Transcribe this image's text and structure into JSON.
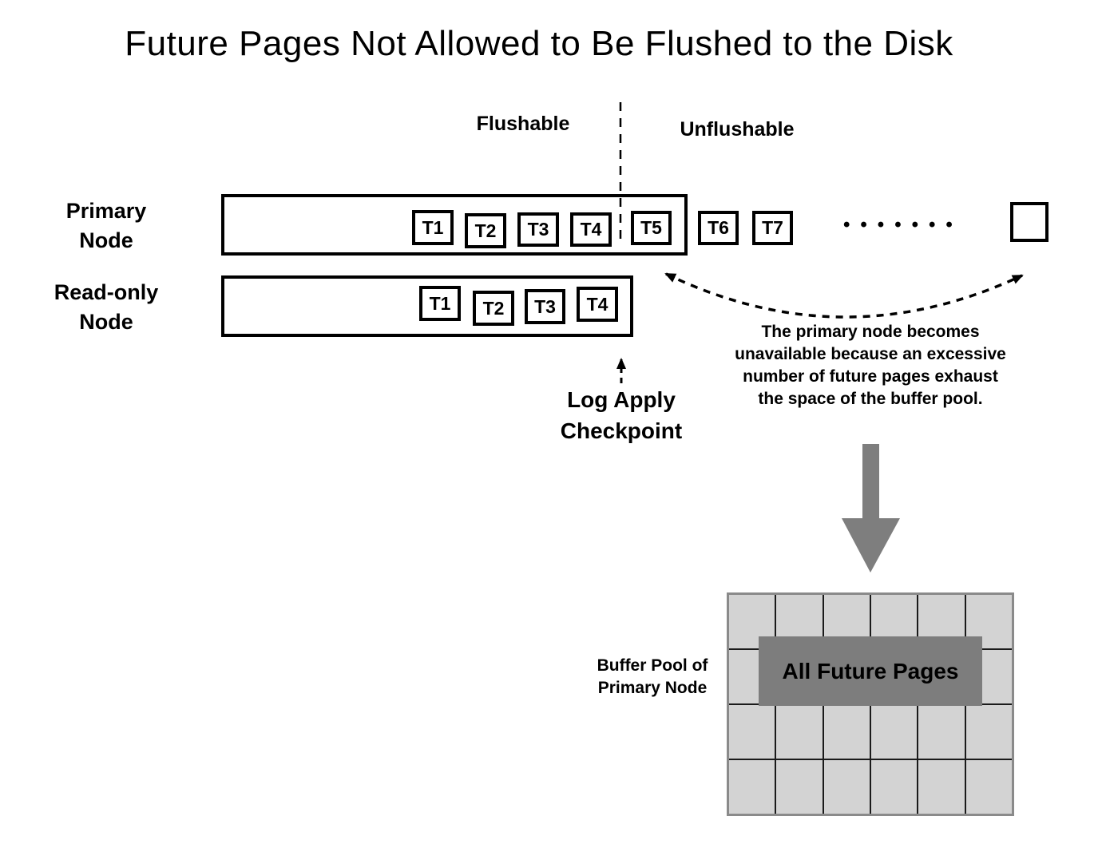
{
  "title": "Future Pages Not Allowed to Be Flushed to the Disk",
  "divider": {
    "flushable_label": "Flushable",
    "unflushable_label": "Unflushable"
  },
  "primary_node": {
    "label_line1": "Primary",
    "label_line2": "Node",
    "inside_pages": [
      "T1",
      "T2",
      "T3",
      "T4",
      "T5"
    ],
    "outside_pages": [
      "T6",
      "T7"
    ],
    "ellipsis_dots": "•••••••"
  },
  "readonly_node": {
    "label_line1": "Read-only",
    "label_line2": "Node",
    "pages": [
      "T1",
      "T2",
      "T3",
      "T4"
    ]
  },
  "log_apply": {
    "line1": "Log Apply",
    "line2": "Checkpoint"
  },
  "annotation": {
    "line1": "The primary node becomes",
    "line2": "unavailable because an excessive",
    "line3": "number of future pages exhaust",
    "line4": "the space of the buffer pool."
  },
  "buffer_pool": {
    "label_line1": "Buffer Pool of",
    "label_line2": "Primary Node",
    "overlay_label": "All Future Pages",
    "columns": 6,
    "rows": 4
  },
  "colors": {
    "cell_fill": "#d3d3d3",
    "overlay_fill": "#7d7d7d",
    "big_arrow_fill": "#7e7e7e",
    "grid_line": "#1a1a1a",
    "grid_outer_border": "#8a8a8a"
  }
}
